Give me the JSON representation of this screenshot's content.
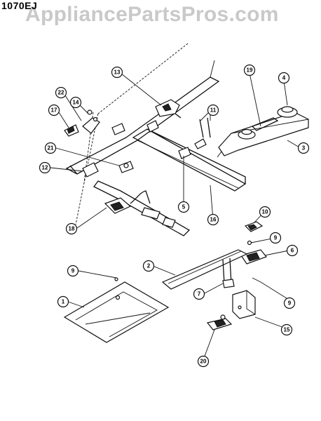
{
  "header": {
    "model": "1070EJ",
    "watermark": "AppliancePartsPros.com"
  },
  "callouts": [
    {
      "id": "c13",
      "label": "13"
    },
    {
      "id": "c19",
      "label": "19"
    },
    {
      "id": "c4",
      "label": "4"
    },
    {
      "id": "c14",
      "label": "14"
    },
    {
      "id": "c22",
      "label": "22"
    },
    {
      "id": "c17",
      "label": "17"
    },
    {
      "id": "c11",
      "label": "11"
    },
    {
      "id": "c3",
      "label": "3"
    },
    {
      "id": "c21",
      "label": "21"
    },
    {
      "id": "c12",
      "label": "12"
    },
    {
      "id": "c5",
      "label": "5"
    },
    {
      "id": "c16",
      "label": "16"
    },
    {
      "id": "c18",
      "label": "18"
    },
    {
      "id": "c10",
      "label": "10"
    },
    {
      "id": "c9a",
      "label": "9"
    },
    {
      "id": "c6",
      "label": "6"
    },
    {
      "id": "c9b",
      "label": "9"
    },
    {
      "id": "c2",
      "label": "2"
    },
    {
      "id": "c7",
      "label": "7"
    },
    {
      "id": "c9c",
      "label": "9"
    },
    {
      "id": "c1",
      "label": "1"
    },
    {
      "id": "c15",
      "label": "15"
    },
    {
      "id": "c20",
      "label": "20"
    }
  ]
}
